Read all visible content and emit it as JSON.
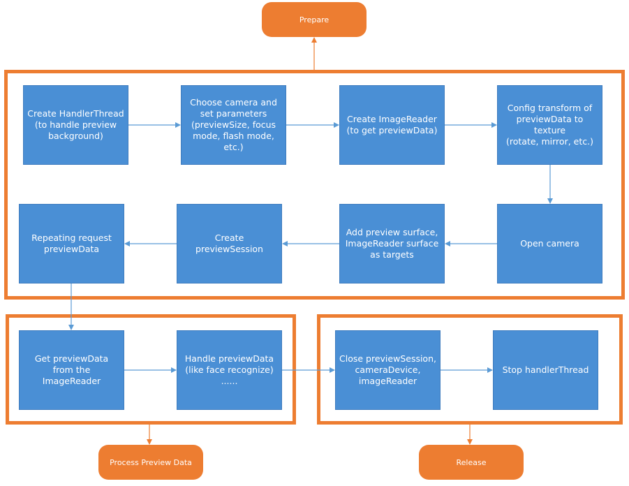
{
  "colors": {
    "group_border": "#ED7D31",
    "box_fill": "#4A8FD5",
    "pill_fill": "#ED7D31",
    "arrow": "#5B9BD5",
    "orange_arrow": "#ED7D31"
  },
  "pills": {
    "prepare": "Prepare",
    "process": "Process Preview Data",
    "release": "Release"
  },
  "boxes": {
    "create_handler_thread": "Create HandlerThread\n(to handle preview\nbackground)",
    "choose_camera": "Choose camera and\nset parameters\n(previewSize, focus\nmode, flash mode,\netc.)",
    "create_image_reader": "Create ImageReader\n(to get previewData)",
    "config_transform": "Config transform of\npreviewData to\ntexture\n(rotate, mirror, etc.)",
    "open_camera": "Open camera",
    "add_preview_surface": "Add preview surface,\nImageReader surface\nas targets",
    "create_preview_session": "Create\npreviewSession",
    "repeating_request": "Repeating request\npreviewData",
    "get_preview_data": "Get previewData\nfrom the\nImageReader",
    "handle_preview_data": "Handle previewData\n(like face recognize)\n......",
    "close_session": "Close previewSession,\ncameraDevice,\nimageReader",
    "stop_handler_thread": "Stop handlerThread"
  }
}
